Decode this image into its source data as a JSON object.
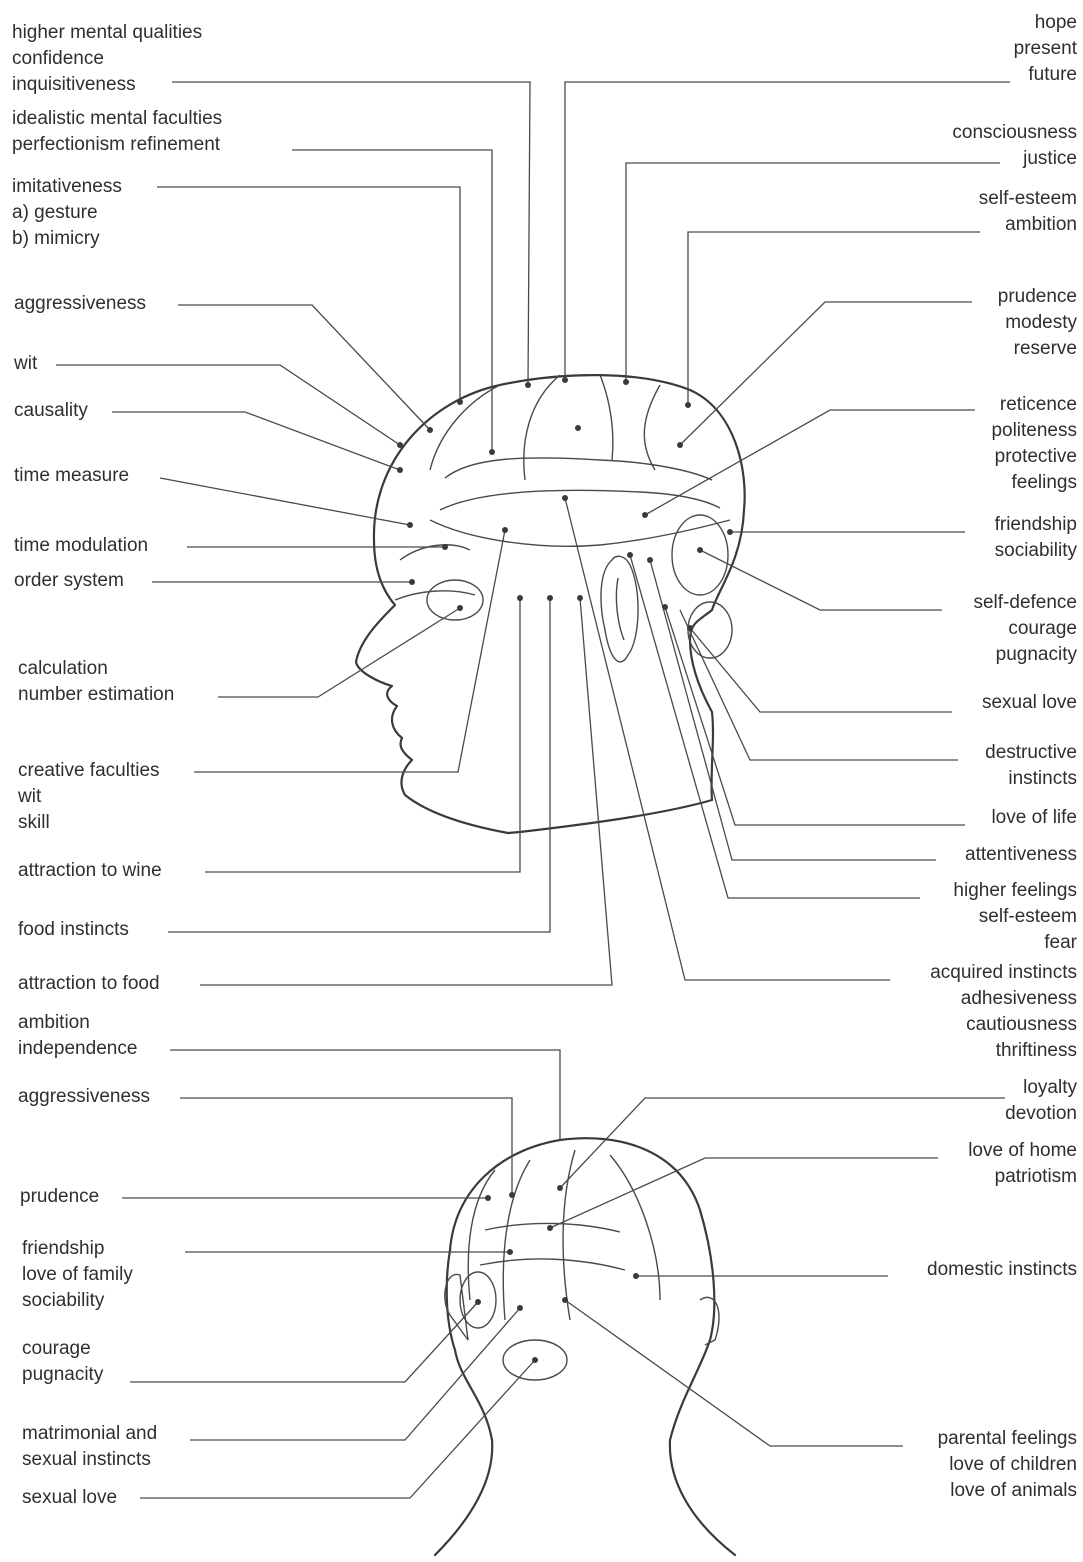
{
  "diagram": {
    "labels": [
      {
        "id": "l-higher-mental",
        "side": "left",
        "lines": [
          "higher mental qualities",
          "confidence",
          "inquisitiveness"
        ]
      },
      {
        "id": "l-idealistic",
        "side": "left",
        "lines": [
          "idealistic mental faculties",
          "perfectionism  refinement"
        ]
      },
      {
        "id": "l-imitativeness",
        "side": "left",
        "lines": [
          "imitativeness",
          "a) gesture",
          "b) mimicry"
        ]
      },
      {
        "id": "l-aggressiveness",
        "side": "left",
        "lines": [
          "aggressiveness"
        ]
      },
      {
        "id": "l-wit",
        "side": "left",
        "lines": [
          "wit"
        ]
      },
      {
        "id": "l-causality",
        "side": "left",
        "lines": [
          "causality"
        ]
      },
      {
        "id": "l-time-measure",
        "side": "left",
        "lines": [
          "time measure"
        ]
      },
      {
        "id": "l-time-modulation",
        "side": "left",
        "lines": [
          "time modulation"
        ]
      },
      {
        "id": "l-order-system",
        "side": "left",
        "lines": [
          "order system"
        ]
      },
      {
        "id": "l-calculation",
        "side": "left",
        "lines": [
          "calculation",
          "number estimation"
        ]
      },
      {
        "id": "l-creative",
        "side": "left",
        "lines": [
          "creative faculties",
          "wit",
          "skill"
        ]
      },
      {
        "id": "l-wine",
        "side": "left",
        "lines": [
          "attraction to wine"
        ]
      },
      {
        "id": "l-food-instincts",
        "side": "left",
        "lines": [
          "food instincts"
        ]
      },
      {
        "id": "l-attraction-food",
        "side": "left",
        "lines": [
          "attraction to food"
        ]
      },
      {
        "id": "l-ambition",
        "side": "left",
        "lines": [
          "ambition",
          "independence"
        ]
      },
      {
        "id": "l-aggressiveness-2",
        "side": "left",
        "lines": [
          "aggressiveness"
        ]
      },
      {
        "id": "l-prudence",
        "side": "left",
        "lines": [
          "prudence"
        ]
      },
      {
        "id": "l-friendship-2",
        "side": "left",
        "lines": [
          "friendship",
          "love of family",
          "sociability"
        ]
      },
      {
        "id": "l-courage-2",
        "side": "left",
        "lines": [
          "courage",
          "pugnacity"
        ]
      },
      {
        "id": "l-matrimonial",
        "side": "left",
        "lines": [
          "matrimonial and",
          "sexual instincts"
        ]
      },
      {
        "id": "l-sexual-love-2",
        "side": "left",
        "lines": [
          "sexual love"
        ]
      },
      {
        "id": "r-hope",
        "side": "right",
        "lines": [
          "hope",
          "present",
          "future"
        ]
      },
      {
        "id": "r-consciousness",
        "side": "right",
        "lines": [
          "consciousness",
          "justice"
        ]
      },
      {
        "id": "r-self-esteem",
        "side": "right",
        "lines": [
          "self-esteem",
          "ambition"
        ]
      },
      {
        "id": "r-prudence",
        "side": "right",
        "lines": [
          "prudence",
          "modesty",
          "reserve"
        ]
      },
      {
        "id": "r-reticence",
        "side": "right",
        "lines": [
          "reticence",
          "politeness",
          "protective",
          "feelings"
        ]
      },
      {
        "id": "r-friendship",
        "side": "right",
        "lines": [
          "friendship",
          "sociability"
        ]
      },
      {
        "id": "r-self-defence",
        "side": "right",
        "lines": [
          "self-defence",
          "courage",
          "pugnacity"
        ]
      },
      {
        "id": "r-sexual-love",
        "side": "right",
        "lines": [
          "sexual love"
        ]
      },
      {
        "id": "r-destructive",
        "side": "right",
        "lines": [
          "destructive",
          "instincts"
        ]
      },
      {
        "id": "r-love-life",
        "side": "right",
        "lines": [
          "love of life"
        ]
      },
      {
        "id": "r-attentiveness",
        "side": "right",
        "lines": [
          "attentiveness"
        ]
      },
      {
        "id": "r-higher-feelings",
        "side": "right",
        "lines": [
          "higher feelings",
          "self-esteem",
          "fear"
        ]
      },
      {
        "id": "r-acquired",
        "side": "right",
        "lines": [
          "acquired instincts",
          "adhesiveness",
          "cautiousness",
          "thriftiness"
        ]
      },
      {
        "id": "r-loyalty",
        "side": "right",
        "lines": [
          "loyalty",
          "devotion"
        ]
      },
      {
        "id": "r-love-home",
        "side": "right",
        "lines": [
          "love of home",
          "patriotism"
        ]
      },
      {
        "id": "r-domestic",
        "side": "right",
        "lines": [
          "domestic instincts"
        ]
      },
      {
        "id": "r-parental",
        "side": "right",
        "lines": [
          "parental feelings",
          "love of children",
          "love of animals"
        ]
      }
    ]
  }
}
